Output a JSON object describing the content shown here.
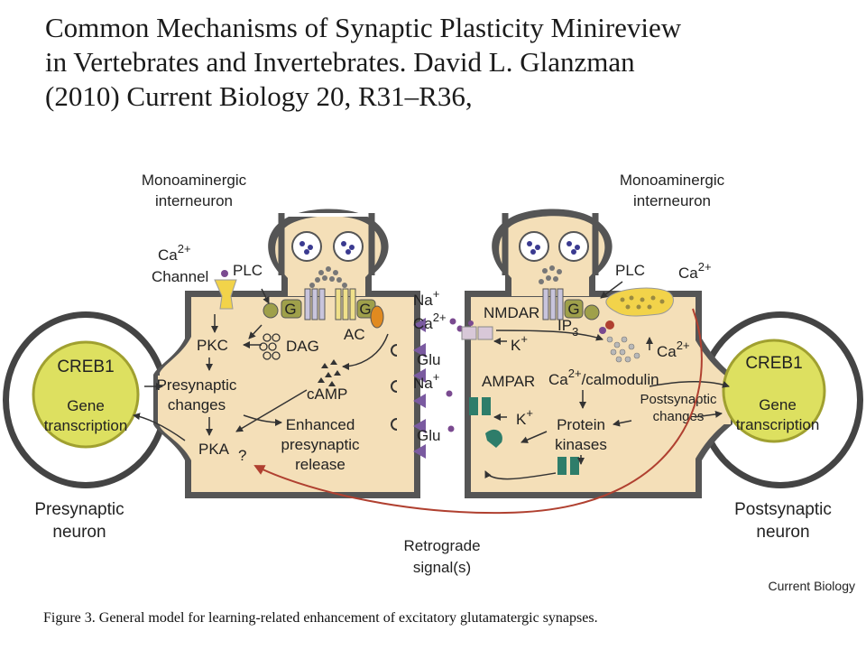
{
  "title": {
    "line1": "Common Mechanisms of Synaptic Plasticity Minireview",
    "line2": "in Vertebrates and Invertebrates. David L. Glanzman",
    "line3": "(2010) Current Biology 20, R31–R36,"
  },
  "caption": "Figure 3. General model for learning-related enhancement of excitatory glutamatergic synapses.",
  "diagram": {
    "left_interneuron": [
      "Monoaminergic",
      "interneuron"
    ],
    "right_interneuron": [
      "Monoaminergic",
      "interneuron"
    ],
    "ca_channel": [
      "Ca",
      "2+",
      "Channel"
    ],
    "plc_left": "PLC",
    "g_left": "G",
    "g2_left": "G",
    "pkc": "PKC",
    "dag": "DAG",
    "ac": "AC",
    "camp": "cAMP",
    "presynaptic_changes": [
      "Presynaptic",
      "changes"
    ],
    "enhanced_release": [
      "Enhanced",
      "presynaptic",
      "release"
    ],
    "pka": "PKA",
    "question": "?",
    "creb_left": "CREB1",
    "gene_left": [
      "Gene",
      "transcription"
    ],
    "presynaptic_neuron": [
      "Presynaptic",
      "neuron"
    ],
    "na1": "Na",
    "ca_cleft": "Ca",
    "glu1": "Glu",
    "na2": "Na",
    "glu2": "Glu",
    "plus": "+",
    "two_plus": "2+",
    "nmdar": "NMDAR",
    "g_right": "G",
    "ip3": [
      "IP",
      "3"
    ],
    "k1": "K",
    "plc_right": "PLC",
    "ca_right": "Ca",
    "ca_store": "Ca",
    "ampar": "AMPAR",
    "calmodulin": [
      "Ca",
      "2+",
      "/calmodulin"
    ],
    "k2": "K",
    "protein_kinases": [
      "Protein",
      "kinases"
    ],
    "postsynaptic_changes": [
      "Postsynaptic",
      "changes"
    ],
    "creb_right": "CREB1",
    "gene_right": [
      "Gene",
      "transcription"
    ],
    "postsynaptic_neuron": [
      "Postsynaptic",
      "neuron"
    ],
    "retrograde": [
      "Retrograde",
      "signal(s)"
    ],
    "credit": "Current Biology"
  },
  "colors": {
    "cytoplasm": "#f4dfb8",
    "membrane": "#555555",
    "nucleus": "#dde060",
    "nucleus_ring": "#a0a030",
    "receptor": "#2e7d6a",
    "arrow_red": "#b04030",
    "triangle": "#7a5aa0",
    "orange": "#e08a20",
    "ca_yellow": "#f2d34a"
  }
}
